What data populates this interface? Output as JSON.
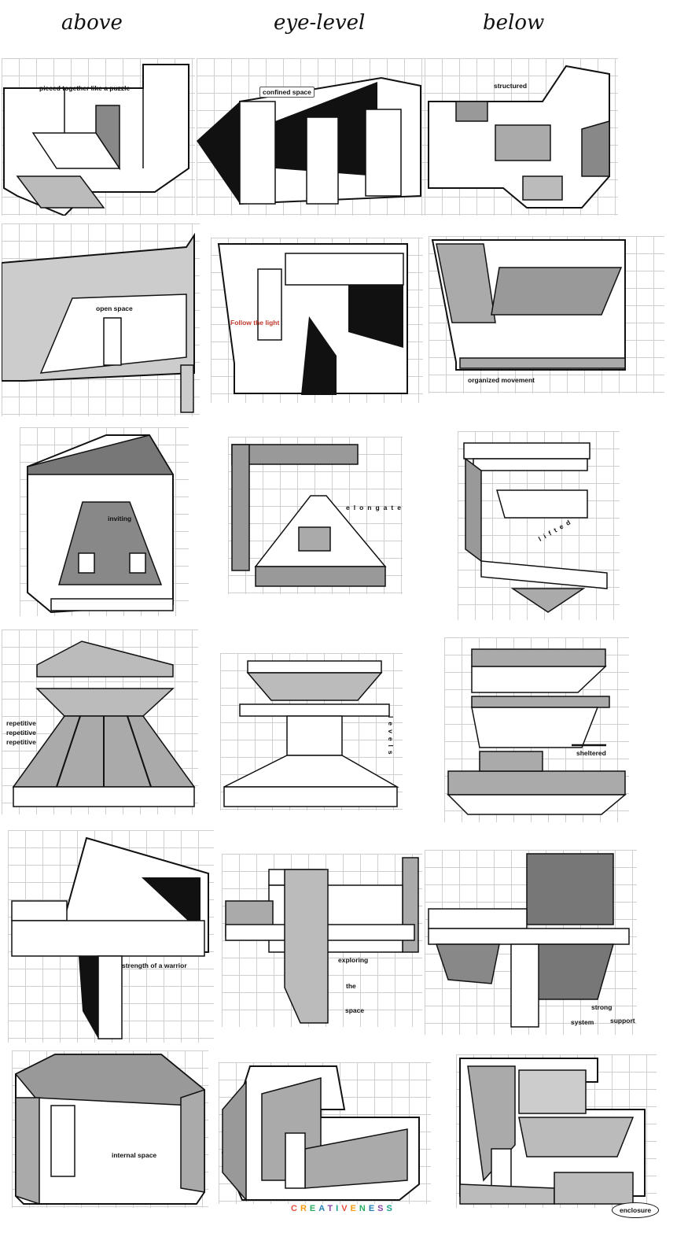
{
  "headers": {
    "above": "above",
    "eye_level": "eye-level",
    "below": "below"
  },
  "labels": {
    "r1_above": "pieced together like a puzzle",
    "r1_eye": "confined space",
    "r1_below": "structured",
    "r2_above": "open space",
    "r2_eye": "Follow the light",
    "r2_below": "organized movement",
    "r3_above": "inviting",
    "r3_eye": "elongated",
    "r3_below": "lifted",
    "r4_above_1": "repetitive",
    "r4_above_2": "repetitive",
    "r4_above_3": "repetitive",
    "r4_eye": "levels",
    "r4_below": "sheltered",
    "r5_above": "strength of a warrior",
    "r5_eye_1": "exploring",
    "r5_eye_2": "the",
    "r5_eye_3": "space",
    "r5_below_1": "strong",
    "r5_below_2": "system",
    "r5_below_3": "support",
    "r6_above": "internal space",
    "r6_below": "enclosure"
  },
  "footer": "CREATIVENESS"
}
